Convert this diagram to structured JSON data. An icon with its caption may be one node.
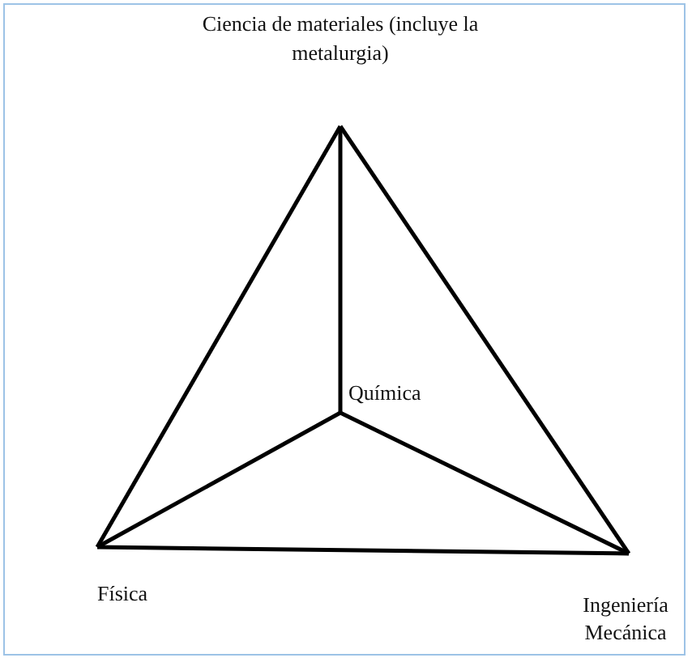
{
  "diagram": {
    "nodes": [
      {
        "text": [
          "Ciencia de materiales (incluye la metalurgia)"
        ]
      },
      {
        "text": [
          "Química"
        ]
      },
      {
        "text": [
          "Física"
        ]
      },
      {
        "text": [
          "Ingeniería Mecánica"
        ]
      }
    ],
    "edges": [
      {
        "from": 0,
        "to": 2,
        "arrow": "none"
      },
      {
        "from": 0,
        "to": 3,
        "arrow": "none"
      },
      {
        "from": 2,
        "to": 3,
        "arrow": "none"
      },
      {
        "from": 1,
        "to": 0,
        "arrow": "none"
      },
      {
        "from": 1,
        "to": 2,
        "arrow": "none"
      },
      {
        "from": 1,
        "to": 3,
        "arrow": "none"
      }
    ]
  }
}
